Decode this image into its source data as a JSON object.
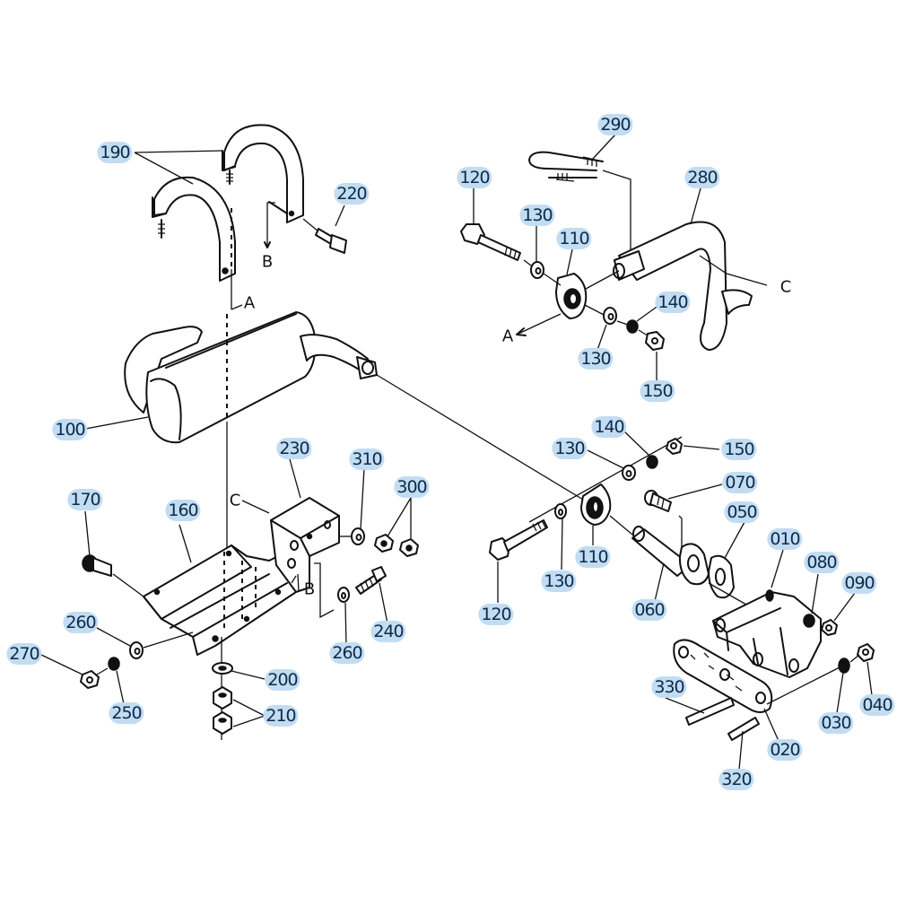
{
  "diagram": {
    "title": "Muffler / Exhaust Mounting Parts Diagram",
    "label_highlight_color": "#c2dcf2",
    "label_text_color": "#0d2a4a",
    "parts": [
      {
        "id": "p190",
        "number": "190",
        "name": "muffler clamp band"
      },
      {
        "id": "p220",
        "number": "220",
        "name": "bolt"
      },
      {
        "id": "p290",
        "number": "290",
        "name": "u-bolt"
      },
      {
        "id": "p280",
        "number": "280",
        "name": "exhaust pipe"
      },
      {
        "id": "p120a",
        "number": "120",
        "name": "bolt"
      },
      {
        "id": "p130a",
        "number": "130",
        "name": "washer"
      },
      {
        "id": "p110a",
        "number": "110",
        "name": "pipe clamp"
      },
      {
        "id": "p140a",
        "number": "140",
        "name": "spring washer"
      },
      {
        "id": "p130b",
        "number": "130",
        "name": "washer"
      },
      {
        "id": "p150a",
        "number": "150",
        "name": "nut"
      },
      {
        "id": "p100",
        "number": "100",
        "name": "muffler"
      },
      {
        "id": "p230",
        "number": "230",
        "name": "bracket"
      },
      {
        "id": "p310",
        "number": "310",
        "name": "washer"
      },
      {
        "id": "p300",
        "number": "300",
        "name": "nut"
      },
      {
        "id": "p170",
        "number": "170",
        "name": "bolt"
      },
      {
        "id": "p160",
        "number": "160",
        "name": "muffler stay"
      },
      {
        "id": "p260a",
        "number": "260",
        "name": "washer"
      },
      {
        "id": "p270",
        "number": "270",
        "name": "nut"
      },
      {
        "id": "p250",
        "number": "250",
        "name": "spring washer"
      },
      {
        "id": "p200",
        "number": "200",
        "name": "washer"
      },
      {
        "id": "p210",
        "number": "210",
        "name": "nut"
      },
      {
        "id": "p260b",
        "number": "260",
        "name": "washer"
      },
      {
        "id": "p240",
        "number": "240",
        "name": "bolt"
      },
      {
        "id": "p140b",
        "number": "140",
        "name": "spring washer"
      },
      {
        "id": "p150b",
        "number": "150",
        "name": "nut"
      },
      {
        "id": "p130c",
        "number": "130",
        "name": "washer"
      },
      {
        "id": "p070",
        "number": "070",
        "name": "bolt"
      },
      {
        "id": "p050",
        "number": "050",
        "name": "gasket"
      },
      {
        "id": "p010",
        "number": "010",
        "name": "exhaust manifold"
      },
      {
        "id": "p080",
        "number": "080",
        "name": "spring washer"
      },
      {
        "id": "p090",
        "number": "090",
        "name": "nut"
      },
      {
        "id": "p120b",
        "number": "120",
        "name": "bolt"
      },
      {
        "id": "p130d",
        "number": "130",
        "name": "washer"
      },
      {
        "id": "p110b",
        "number": "110",
        "name": "pipe clamp"
      },
      {
        "id": "p060",
        "number": "060",
        "name": "pipe"
      },
      {
        "id": "p330",
        "number": "330",
        "name": "stud"
      },
      {
        "id": "p020",
        "number": "020",
        "name": "manifold gasket"
      },
      {
        "id": "p030",
        "number": "030",
        "name": "spring washer"
      },
      {
        "id": "p040",
        "number": "040",
        "name": "nut"
      },
      {
        "id": "p320",
        "number": "320",
        "name": "stud"
      }
    ],
    "reference_letters": {
      "a_top": "A",
      "a_right": "A",
      "b_top": "B",
      "b_bottom": "B",
      "c_right": "C",
      "c_bracket": "C"
    }
  }
}
